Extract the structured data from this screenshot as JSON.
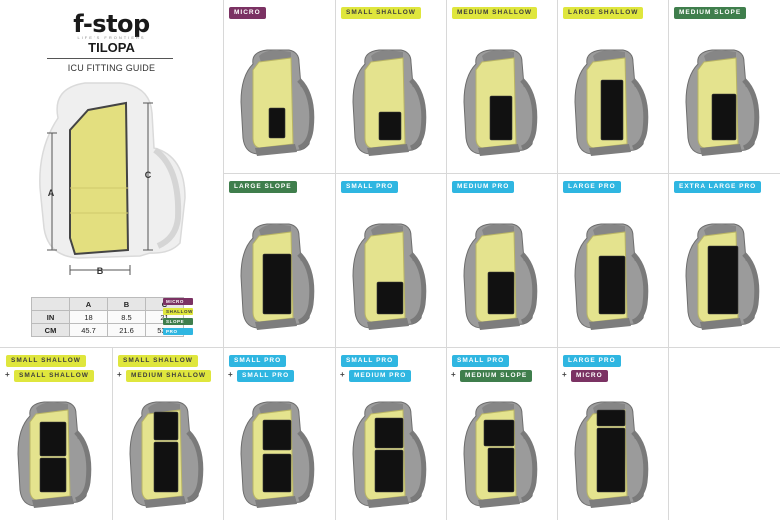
{
  "colors": {
    "yellow_tag": "#dfe63d",
    "green_tag": "#3f7e4c",
    "blue_tag": "#2fb6e1",
    "purple_tag": "#7b3263",
    "pack_body": "#9b9b9b",
    "pack_panel": "#e4e38e",
    "insert": "#111111"
  },
  "header": {
    "brand": "f-stop",
    "brand_sub": "LIFE'S FRONTIERS",
    "model": "TILOPA",
    "guide_title": "ICU FITTING GUIDE"
  },
  "diagram": {
    "label_a": "A",
    "label_b": "B",
    "label_c": "C"
  },
  "dimensions": {
    "columns": [
      "A",
      "B",
      "C"
    ],
    "rows": [
      {
        "label": "IN",
        "values": [
          "18",
          "8.5",
          "21"
        ]
      },
      {
        "label": "CM",
        "values": [
          "45.7",
          "21.6",
          "53.3"
        ]
      }
    ]
  },
  "legend": [
    {
      "label": "MICRO",
      "color": "purple"
    },
    {
      "label": "SHALLOW",
      "color": "yellow"
    },
    {
      "label": "SLOPE",
      "color": "green"
    },
    {
      "label": "PRO",
      "color": "blue"
    }
  ],
  "cells": [
    {
      "labels": [
        {
          "text": "MICRO",
          "color": "purple"
        }
      ],
      "insert": "micro"
    },
    {
      "labels": [
        {
          "text": "SMALL SHALLOW",
          "color": "yellow"
        }
      ],
      "insert": "small_shallow"
    },
    {
      "labels": [
        {
          "text": "MEDIUM SHALLOW",
          "color": "yellow"
        }
      ],
      "insert": "medium_shallow"
    },
    {
      "labels": [
        {
          "text": "LARGE SHALLOW",
          "color": "yellow"
        }
      ],
      "insert": "large_shallow"
    },
    {
      "labels": [
        {
          "text": "MEDIUM SLOPE",
          "color": "green"
        }
      ],
      "insert": "medium_slope"
    },
    {
      "labels": [
        {
          "text": "LARGE SLOPE",
          "color": "green"
        }
      ],
      "insert": "large_slope"
    },
    {
      "labels": [
        {
          "text": "SMALL PRO",
          "color": "blue"
        }
      ],
      "insert": "small_pro"
    },
    {
      "labels": [
        {
          "text": "MEDIUM PRO",
          "color": "blue"
        }
      ],
      "insert": "medium_pro"
    },
    {
      "labels": [
        {
          "text": "LARGE PRO",
          "color": "blue"
        }
      ],
      "insert": "large_pro"
    },
    {
      "labels": [
        {
          "text": "EXTRA LARGE PRO",
          "color": "blue"
        }
      ],
      "insert": "extra_large_pro"
    },
    {
      "labels": [
        {
          "text": "SMALL SHALLOW",
          "color": "yellow"
        },
        {
          "text": "SMALL SHALLOW",
          "color": "yellow"
        }
      ],
      "insert": "two_small_shallow"
    },
    {
      "labels": [
        {
          "text": "SMALL SHALLOW",
          "color": "yellow"
        },
        {
          "text": "MEDIUM SHALLOW",
          "color": "yellow"
        }
      ],
      "insert": "two_small_medium_shallow"
    },
    {
      "labels": [
        {
          "text": "SMALL PRO",
          "color": "blue"
        },
        {
          "text": "SMALL PRO",
          "color": "blue"
        }
      ],
      "insert": "two_small_pro"
    },
    {
      "labels": [
        {
          "text": "SMALL PRO",
          "color": "blue"
        },
        {
          "text": "MEDIUM PRO",
          "color": "blue"
        }
      ],
      "insert": "two_small_medium_pro"
    },
    {
      "labels": [
        {
          "text": "SMALL PRO",
          "color": "blue"
        },
        {
          "text": "MEDIUM SLOPE",
          "color": "green"
        }
      ],
      "insert": "pro_and_slope"
    },
    {
      "labels": [
        {
          "text": "LARGE PRO",
          "color": "blue"
        },
        {
          "text": "MICRO",
          "color": "purple"
        }
      ],
      "insert": "large_pro_micro"
    }
  ]
}
